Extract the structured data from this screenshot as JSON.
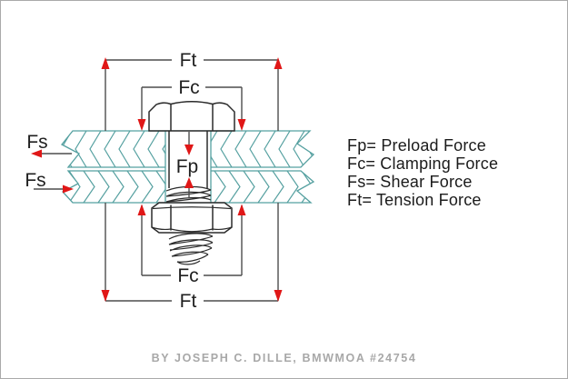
{
  "diagram": {
    "labels": {
      "ft_top": "Ft",
      "fc_top": "Fc",
      "fs_upper": "Fs",
      "fs_lower": "Fs",
      "fp": "Fp",
      "fc_bottom": "Fc",
      "ft_bottom": "Ft"
    },
    "colors": {
      "plate": "#55a0a0",
      "bolt_line": "#2b2b2b",
      "dimension_line": "#4d4d4d",
      "arrow": "#e01717",
      "label_text": "#1f1f1f"
    }
  },
  "legend": {
    "items": [
      "Fp= Preload Force",
      "Fc= Clamping Force",
      "Fs= Shear Force",
      "Ft= Tension Force"
    ]
  },
  "caption": {
    "text": "BY JOSEPH C. DILLE, BMWMOA #24754"
  }
}
